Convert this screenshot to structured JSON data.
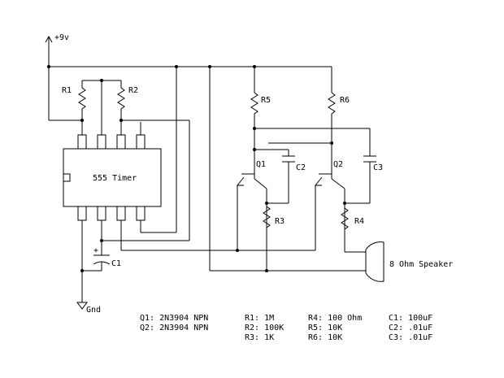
{
  "power": {
    "supply_label": "+9v",
    "ground_label": "Gnd"
  },
  "chip": {
    "label": "555 Timer"
  },
  "components": {
    "r1": "R1",
    "r2": "R2",
    "r3": "R3",
    "r4": "R4",
    "r5": "R5",
    "r6": "R6",
    "c1": "C1",
    "c2": "C2",
    "c3": "C3",
    "q1": "Q1",
    "q2": "Q2",
    "c1_polarity": "+",
    "speaker": "8 Ohm Speaker"
  },
  "parts_list": {
    "col1": [
      "Q1: 2N3904 NPN",
      "Q2: 2N3904 NPN"
    ],
    "col2": [
      "R1: 1M",
      "R2: 100K",
      "R3: 1K"
    ],
    "col3": [
      "R4: 100 Ohm",
      "R5: 10K",
      "R6: 10K"
    ],
    "col4": [
      "C1: 100uF",
      "C2: .01uF",
      "C3: .01uF"
    ]
  }
}
